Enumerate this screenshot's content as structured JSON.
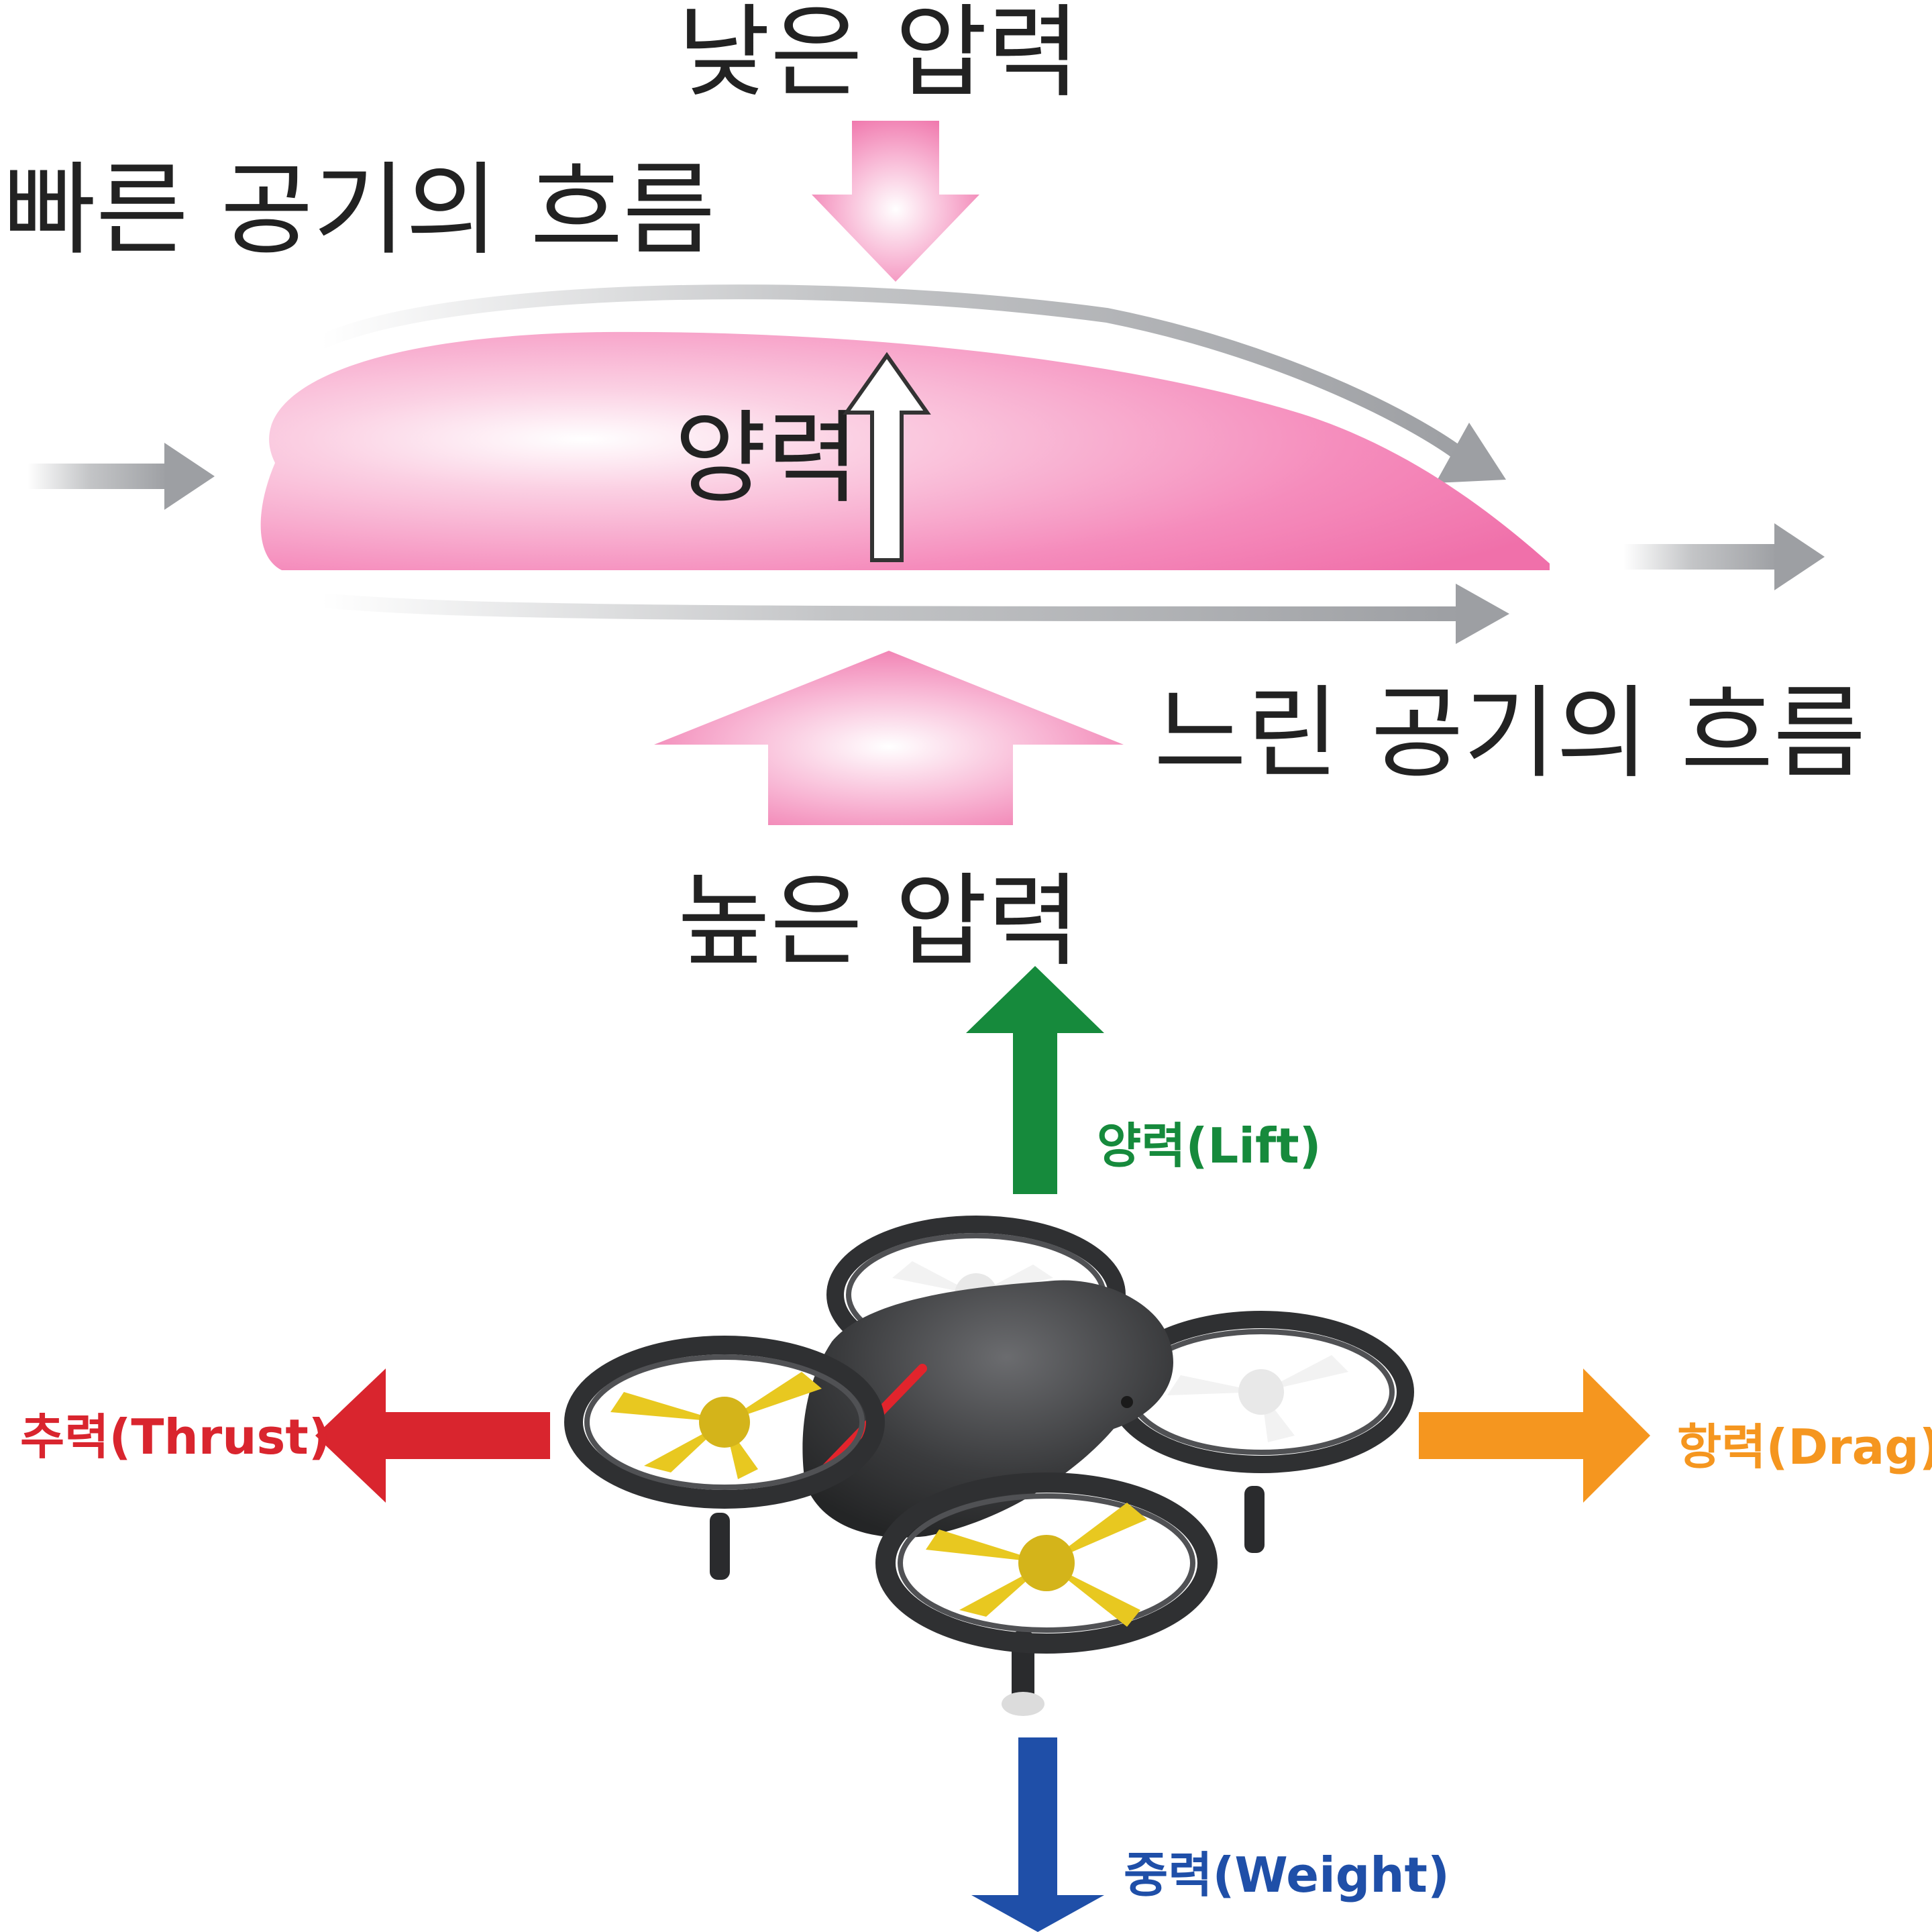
{
  "airfoil": {
    "low_pressure": "낮은 압력",
    "fast_flow": "빠른 공기의 흐름",
    "lift": "양력",
    "slow_flow": "느린 공기의 흐름",
    "high_pressure": "높은 압력"
  },
  "drone_forces": {
    "lift": "양력(Lift)",
    "thrust": "추력(Thrust)",
    "drag": "항력(Drag)",
    "weight": "중력(Weight)"
  },
  "colors": {
    "lift": "#168a3c",
    "thrust": "#d9252e",
    "drag": "#f5961f",
    "weight": "#1f4fa8",
    "wing": "#f580b4",
    "flow_arrow": "#a9abae",
    "drone_body": "#3a3b3d",
    "propeller_yellow": "#e8c820",
    "propeller_white": "#f2f2f2"
  }
}
